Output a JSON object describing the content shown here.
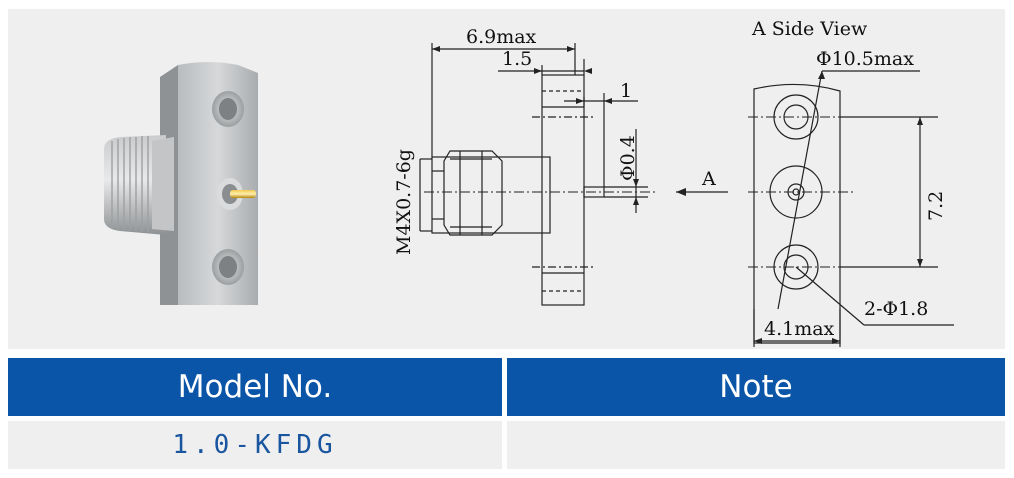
{
  "drawing": {
    "dim_overall_length": "6.9max",
    "dim_flange_thickness": "1.5",
    "dim_pin_protrusion": "1",
    "dim_pin_diameter": "Φ0.4",
    "dim_thread": "M4X0.7-6g",
    "view_arrow_label": "A",
    "side_view_title": "A Side View",
    "dim_flange_width": "Φ10.5max",
    "dim_hole_spacing": "7.2",
    "dim_holes": "2-Φ1.8",
    "dim_flange_depth": "4.1max"
  },
  "table": {
    "headers": [
      "Model No.",
      "Note"
    ],
    "rows": [
      {
        "model": "1.0-KFDG",
        "note": ""
      }
    ]
  },
  "colors": {
    "header_bg": "#0a55a8",
    "header_text": "#ffffff",
    "cell_bg": "#efefef",
    "model_text": "#1a55a0"
  }
}
